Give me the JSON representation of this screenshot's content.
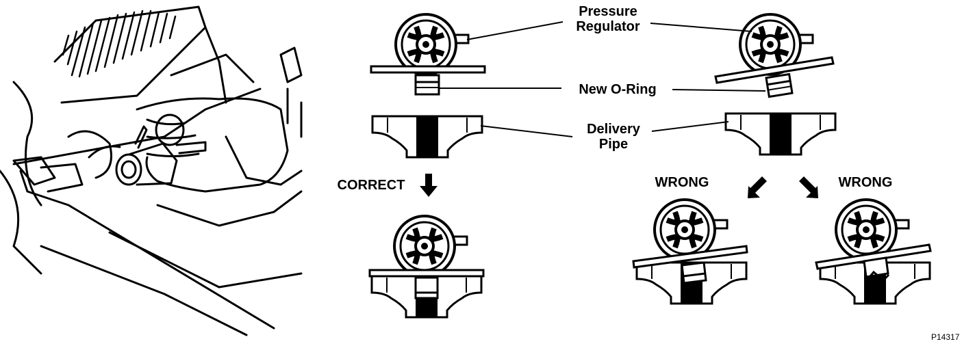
{
  "labels": {
    "pressure_regulator": "Pressure\nRegulator",
    "new_o_ring": "New O-Ring",
    "delivery_pipe": "Delivery\nPipe",
    "correct": "CORRECT",
    "wrong": "WRONG",
    "figure_code": "P14317"
  },
  "colors": {
    "ink": "#000000",
    "paper": "#ffffff"
  },
  "icons": [
    "down-arrow-icon",
    "down-left-arrow-icon",
    "down-right-arrow-icon"
  ]
}
